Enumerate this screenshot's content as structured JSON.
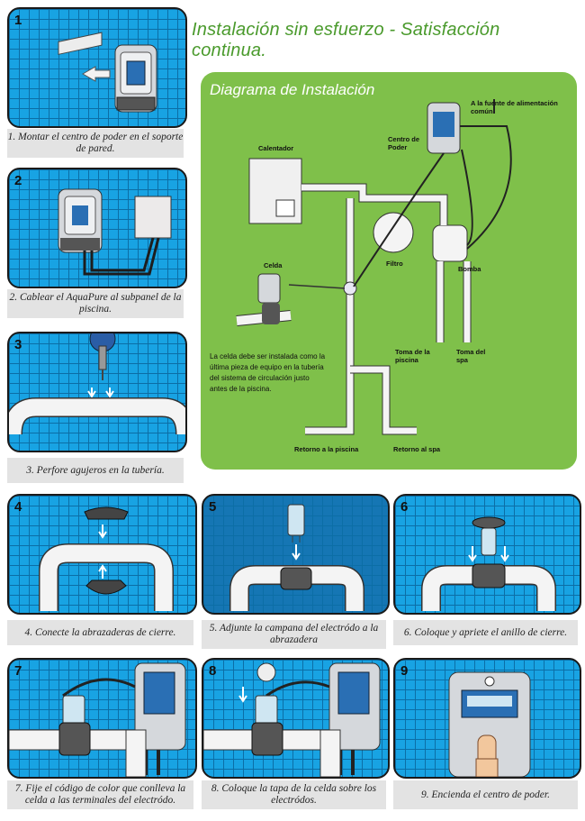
{
  "title": "Instalación sin esfuerzo - Satisfacción continua.",
  "diagram": {
    "title": "Diagrama de Instalación",
    "labels": {
      "fuente": "A la fuente de alimentación común",
      "centro": "Centro de Poder",
      "calentador": "Calentador",
      "celda": "Celda",
      "filtro": "Filtro",
      "bomba": "Bomba",
      "toma_piscina": "Toma de la piscina",
      "toma_spa": "Toma del spa",
      "retorno_piscina": "Retorno a la piscina",
      "retorno_spa": "Retorno al spa"
    },
    "note": "La celda debe ser instalada como la última pieza de equipo en la tubería del sistema de circulación justo antes de la piscina."
  },
  "steps": [
    {
      "number": "1",
      "caption": "1. Montar el centro de poder en el soporte de pared."
    },
    {
      "number": "2",
      "caption": "2. Cablear el AquaPure al subpanel de la piscina."
    },
    {
      "number": "3",
      "caption": "3. Perfore agujeros en la tubería."
    },
    {
      "number": "4",
      "caption": "4. Conecte la abrazaderas de cierre."
    },
    {
      "number": "5",
      "caption": "5. Adjunte la campana del electródo a la abrazadera"
    },
    {
      "number": "6",
      "caption": "6. Coloque y apriete el anillo de cierre."
    },
    {
      "number": "7",
      "caption": "7. Fije el código de color que conlleva la celda a las terminales del electródo."
    },
    {
      "number": "8",
      "caption": "8. Coloque la tapa de la celda sobre los electródos."
    },
    {
      "number": "9",
      "caption": "9. Encienda el centro de poder."
    }
  ],
  "colors": {
    "panel_blue": "#18a3e3",
    "grid_line": "#0c6ea6",
    "diagram_green": "#7fc04a",
    "title_green": "#4a9a2c",
    "caption_bg": "#e3e3e3"
  }
}
